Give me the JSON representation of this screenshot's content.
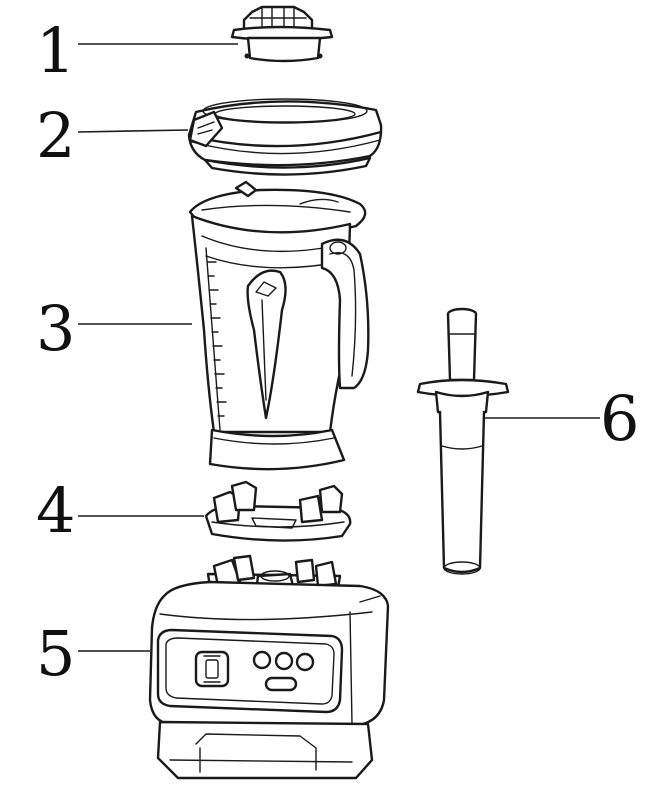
{
  "callouts": [
    {
      "id": "1",
      "label": "1",
      "part": "lid-cap-icon"
    },
    {
      "id": "2",
      "label": "2",
      "part": "lid-icon"
    },
    {
      "id": "3",
      "label": "3",
      "part": "jar-icon"
    },
    {
      "id": "4",
      "label": "4",
      "part": "jar-pad-icon"
    },
    {
      "id": "5",
      "label": "5",
      "part": "motor-base-icon"
    },
    {
      "id": "6",
      "label": "6",
      "part": "tamper-icon"
    }
  ],
  "colors": {
    "ink": "#1a1a1a",
    "background": "#ffffff"
  }
}
